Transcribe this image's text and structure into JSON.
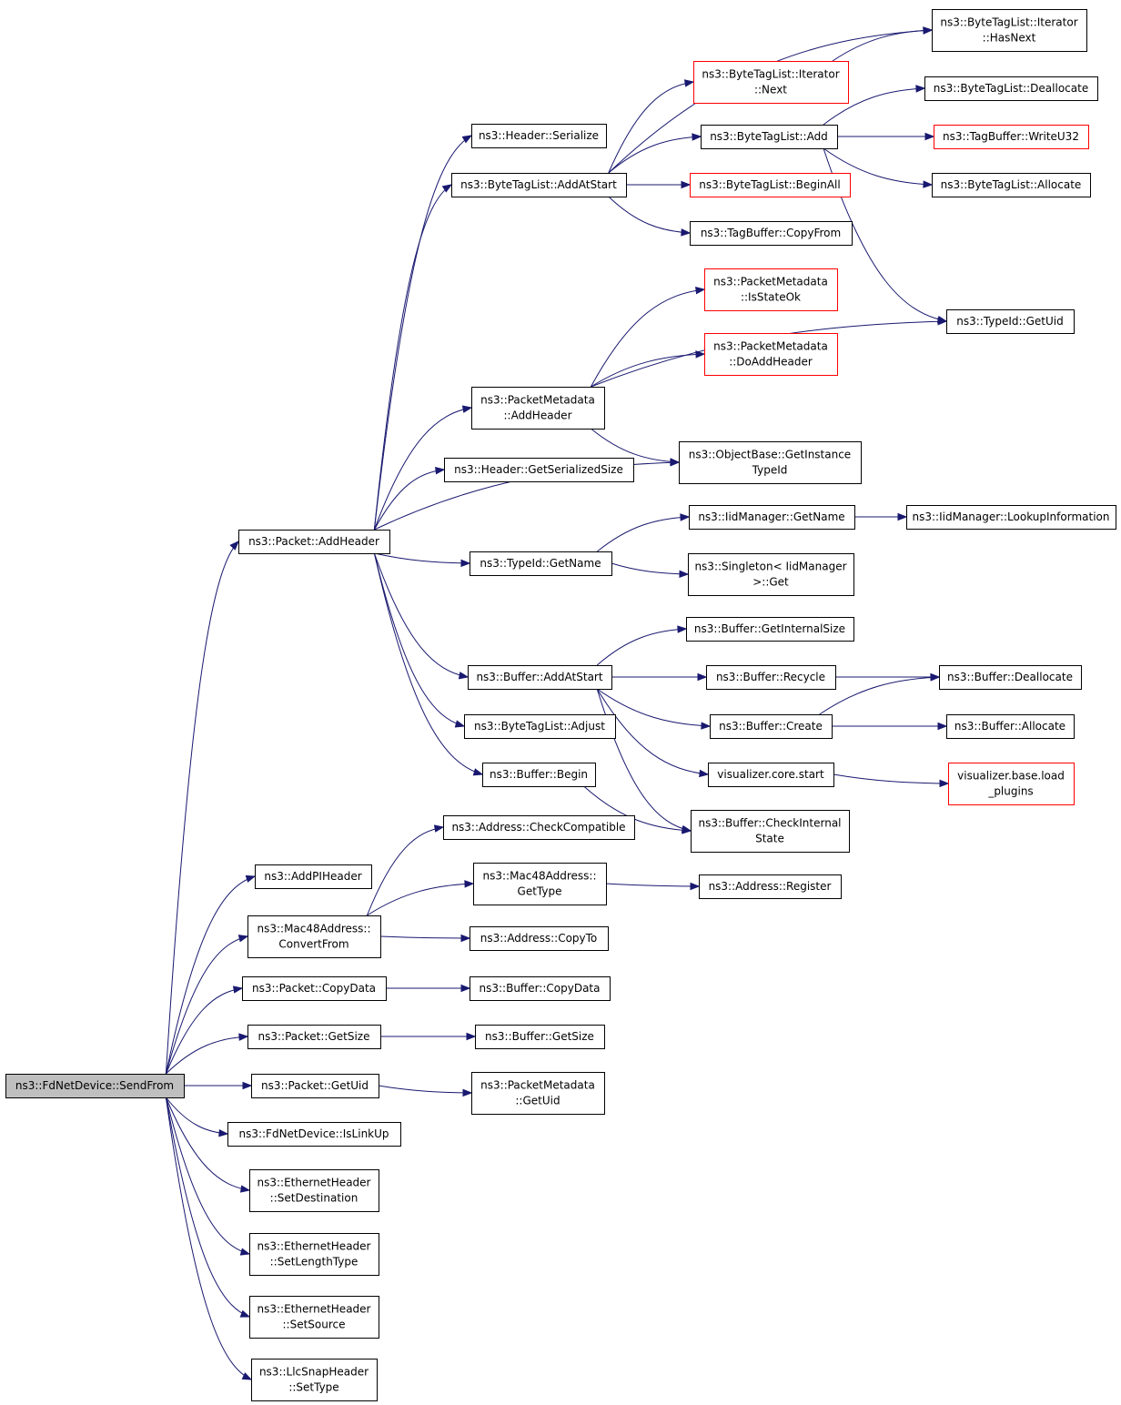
{
  "colors": {
    "edge": "#191970",
    "node_border": "#000000",
    "node_border_truncated": "#ff0000",
    "root_fill": "#bfbfbf"
  },
  "nodes": {
    "sendfrom": {
      "lines": [
        "ns3::FdNetDevice::SendFrom"
      ],
      "style": "root"
    },
    "packet-addheader": {
      "lines": [
        "ns3::Packet::AddHeader"
      ],
      "style": "normal"
    },
    "header-serialize": {
      "lines": [
        "ns3::Header::Serialize"
      ],
      "style": "normal"
    },
    "btl-addatstart": {
      "lines": [
        "ns3::ByteTagList::AddAtStart"
      ],
      "style": "normal"
    },
    "btl-iter-hasnext": {
      "lines": [
        "ns3::ByteTagList::Iterator",
        "::HasNext"
      ],
      "style": "normal"
    },
    "btl-iter-next": {
      "lines": [
        "ns3::ByteTagList::Iterator",
        "::Next"
      ],
      "style": "truncated"
    },
    "btl-deallocate": {
      "lines": [
        "ns3::ByteTagList::Deallocate"
      ],
      "style": "normal"
    },
    "btl-add": {
      "lines": [
        "ns3::ByteTagList::Add"
      ],
      "style": "normal"
    },
    "tagbuffer-writeu32": {
      "lines": [
        "ns3::TagBuffer::WriteU32"
      ],
      "style": "truncated"
    },
    "btl-beginall": {
      "lines": [
        "ns3::ByteTagList::BeginAll"
      ],
      "style": "truncated"
    },
    "btl-allocate": {
      "lines": [
        "ns3::ByteTagList::Allocate"
      ],
      "style": "normal"
    },
    "tagbuffer-copyfrom": {
      "lines": [
        "ns3::TagBuffer::CopyFrom"
      ],
      "style": "normal"
    },
    "pm-isstateok": {
      "lines": [
        "ns3::PacketMetadata",
        "::IsStateOk"
      ],
      "style": "truncated"
    },
    "typeid-getuid": {
      "lines": [
        "ns3::TypeId::GetUid"
      ],
      "style": "normal"
    },
    "pm-doaddheader": {
      "lines": [
        "ns3::PacketMetadata",
        "::DoAddHeader"
      ],
      "style": "truncated"
    },
    "pm-addheader": {
      "lines": [
        "ns3::PacketMetadata",
        "::AddHeader"
      ],
      "style": "normal"
    },
    "objectbase-getinstancetypeid": {
      "lines": [
        "ns3::ObjectBase::GetInstance",
        "TypeId"
      ],
      "style": "normal"
    },
    "header-getserializedsize": {
      "lines": [
        "ns3::Header::GetSerializedSize"
      ],
      "style": "normal"
    },
    "iidmanager-getname": {
      "lines": [
        "ns3::IidManager::GetName"
      ],
      "style": "normal"
    },
    "iidmanager-lookupinformation": {
      "lines": [
        "ns3::IidManager::LookupInformation"
      ],
      "style": "normal"
    },
    "typeid-getname": {
      "lines": [
        "ns3::TypeId::GetName"
      ],
      "style": "normal"
    },
    "singleton-get": {
      "lines": [
        "ns3::Singleton< IidManager",
        " >::Get"
      ],
      "style": "normal"
    },
    "buffer-getinternalsize": {
      "lines": [
        "ns3::Buffer::GetInternalSize"
      ],
      "style": "normal"
    },
    "buffer-addatstart": {
      "lines": [
        "ns3::Buffer::AddAtStart"
      ],
      "style": "normal"
    },
    "buffer-recycle": {
      "lines": [
        "ns3::Buffer::Recycle"
      ],
      "style": "normal"
    },
    "buffer-deallocate": {
      "lines": [
        "ns3::Buffer::Deallocate"
      ],
      "style": "normal"
    },
    "buffer-create": {
      "lines": [
        "ns3::Buffer::Create"
      ],
      "style": "normal"
    },
    "buffer-allocate": {
      "lines": [
        "ns3::Buffer::Allocate"
      ],
      "style": "normal"
    },
    "btl-adjust": {
      "lines": [
        "ns3::ByteTagList::Adjust"
      ],
      "style": "normal"
    },
    "visualizer-core-start": {
      "lines": [
        "visualizer.core.start"
      ],
      "style": "normal"
    },
    "visualizer-base-load-plugins": {
      "lines": [
        "visualizer.base.load",
        "_plugins"
      ],
      "style": "truncated"
    },
    "buffer-begin": {
      "lines": [
        "ns3::Buffer::Begin"
      ],
      "style": "normal"
    },
    "buffer-checkinternalstate": {
      "lines": [
        "ns3::Buffer::CheckInternal",
        "State"
      ],
      "style": "normal"
    },
    "address-checkcompatible": {
      "lines": [
        "ns3::Address::CheckCompatible"
      ],
      "style": "normal"
    },
    "addpiheader": {
      "lines": [
        "ns3::AddPIHeader"
      ],
      "style": "normal"
    },
    "mac48-gettype": {
      "lines": [
        "ns3::Mac48Address::",
        "GetType"
      ],
      "style": "normal"
    },
    "address-register": {
      "lines": [
        "ns3::Address::Register"
      ],
      "style": "normal"
    },
    "mac48-convertfrom": {
      "lines": [
        "ns3::Mac48Address::",
        "ConvertFrom"
      ],
      "style": "normal"
    },
    "address-copyto": {
      "lines": [
        "ns3::Address::CopyTo"
      ],
      "style": "normal"
    },
    "packet-copydata": {
      "lines": [
        "ns3::Packet::CopyData"
      ],
      "style": "normal"
    },
    "buffer-copydata": {
      "lines": [
        "ns3::Buffer::CopyData"
      ],
      "style": "normal"
    },
    "packet-getsize": {
      "lines": [
        "ns3::Packet::GetSize"
      ],
      "style": "normal"
    },
    "buffer-getsize": {
      "lines": [
        "ns3::Buffer::GetSize"
      ],
      "style": "normal"
    },
    "packet-getuid": {
      "lines": [
        "ns3::Packet::GetUid"
      ],
      "style": "normal"
    },
    "pm-getuid": {
      "lines": [
        "ns3::PacketMetadata",
        "::GetUid"
      ],
      "style": "normal"
    },
    "fdnetdevice-islinkup": {
      "lines": [
        "ns3::FdNetDevice::IsLinkUp"
      ],
      "style": "normal"
    },
    "eth-setdestination": {
      "lines": [
        "ns3::EthernetHeader",
        "::SetDestination"
      ],
      "style": "normal"
    },
    "eth-setlengthtype": {
      "lines": [
        "ns3::EthernetHeader",
        "::SetLengthType"
      ],
      "style": "normal"
    },
    "eth-setsource": {
      "lines": [
        "ns3::EthernetHeader",
        "::SetSource"
      ],
      "style": "normal"
    },
    "llcsnap-settype": {
      "lines": [
        "ns3::LlcSnapHeader",
        "::SetType"
      ],
      "style": "normal"
    }
  },
  "edges": [
    [
      "sendfrom",
      "packet-addheader"
    ],
    [
      "sendfrom",
      "addpiheader"
    ],
    [
      "sendfrom",
      "mac48-convertfrom"
    ],
    [
      "sendfrom",
      "packet-copydata"
    ],
    [
      "sendfrom",
      "packet-getsize"
    ],
    [
      "sendfrom",
      "packet-getuid"
    ],
    [
      "sendfrom",
      "fdnetdevice-islinkup"
    ],
    [
      "sendfrom",
      "eth-setdestination"
    ],
    [
      "sendfrom",
      "eth-setlengthtype"
    ],
    [
      "sendfrom",
      "eth-setsource"
    ],
    [
      "sendfrom",
      "llcsnap-settype"
    ],
    [
      "packet-addheader",
      "header-serialize"
    ],
    [
      "packet-addheader",
      "btl-addatstart"
    ],
    [
      "packet-addheader",
      "pm-addheader"
    ],
    [
      "packet-addheader",
      "header-getserializedsize"
    ],
    [
      "packet-addheader",
      "objectbase-getinstancetypeid"
    ],
    [
      "packet-addheader",
      "typeid-getname"
    ],
    [
      "packet-addheader",
      "buffer-addatstart"
    ],
    [
      "packet-addheader",
      "btl-adjust"
    ],
    [
      "packet-addheader",
      "buffer-begin"
    ],
    [
      "btl-addatstart",
      "btl-iter-hasnext"
    ],
    [
      "btl-addatstart",
      "btl-iter-next"
    ],
    [
      "btl-addatstart",
      "btl-add"
    ],
    [
      "btl-addatstart",
      "btl-beginall"
    ],
    [
      "btl-addatstart",
      "tagbuffer-copyfrom"
    ],
    [
      "btl-iter-next",
      "btl-iter-hasnext"
    ],
    [
      "btl-add",
      "btl-deallocate"
    ],
    [
      "btl-add",
      "tagbuffer-writeu32"
    ],
    [
      "btl-add",
      "btl-allocate"
    ],
    [
      "btl-add",
      "typeid-getuid"
    ],
    [
      "pm-addheader",
      "pm-isstateok"
    ],
    [
      "pm-addheader",
      "pm-doaddheader"
    ],
    [
      "pm-addheader",
      "typeid-getuid"
    ],
    [
      "pm-addheader",
      "objectbase-getinstancetypeid"
    ],
    [
      "typeid-getname",
      "iidmanager-getname"
    ],
    [
      "typeid-getname",
      "singleton-get"
    ],
    [
      "iidmanager-getname",
      "iidmanager-lookupinformation"
    ],
    [
      "buffer-addatstart",
      "buffer-getinternalsize"
    ],
    [
      "buffer-addatstart",
      "buffer-recycle"
    ],
    [
      "buffer-addatstart",
      "buffer-create"
    ],
    [
      "buffer-addatstart",
      "visualizer-core-start"
    ],
    [
      "buffer-addatstart",
      "buffer-checkinternalstate"
    ],
    [
      "buffer-recycle",
      "buffer-deallocate"
    ],
    [
      "buffer-create",
      "buffer-deallocate"
    ],
    [
      "buffer-create",
      "buffer-allocate"
    ],
    [
      "visualizer-core-start",
      "visualizer-base-load-plugins"
    ],
    [
      "buffer-begin",
      "buffer-checkinternalstate"
    ],
    [
      "mac48-convertfrom",
      "address-checkcompatible"
    ],
    [
      "mac48-convertfrom",
      "mac48-gettype"
    ],
    [
      "mac48-convertfrom",
      "address-copyto"
    ],
    [
      "mac48-gettype",
      "address-register"
    ],
    [
      "packet-copydata",
      "buffer-copydata"
    ],
    [
      "packet-getsize",
      "buffer-getsize"
    ],
    [
      "packet-getuid",
      "pm-getuid"
    ]
  ]
}
